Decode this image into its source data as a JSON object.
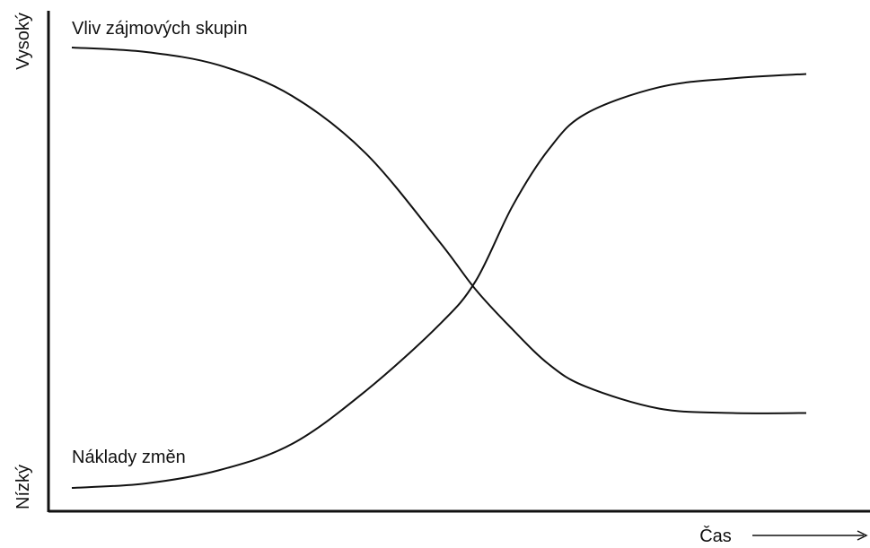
{
  "chart_data": {
    "type": "line",
    "title": "",
    "xlabel": "Čas",
    "ylabel_high": "Vysoký",
    "ylabel_low": "Nízký",
    "xlim": [
      0,
      100
    ],
    "ylim": [
      0,
      100
    ],
    "grid": false,
    "legend": "none",
    "series": [
      {
        "name": "Vliv zájmových skupin",
        "color": "#111111",
        "x": [
          0,
          10,
          20,
          30,
          40,
          50,
          55,
          60,
          65,
          70,
          80,
          90,
          100
        ],
        "y": [
          100,
          99,
          96,
          89,
          76,
          56,
          45,
          36,
          28,
          23,
          18,
          17,
          17
        ]
      },
      {
        "name": "Náklady změn",
        "color": "#111111",
        "x": [
          0,
          10,
          20,
          30,
          40,
          50,
          55,
          60,
          65,
          70,
          80,
          90,
          100
        ],
        "y": [
          0,
          1,
          4,
          10,
          22,
          37,
          47,
          64,
          77,
          85,
          91,
          93,
          94
        ]
      }
    ]
  }
}
